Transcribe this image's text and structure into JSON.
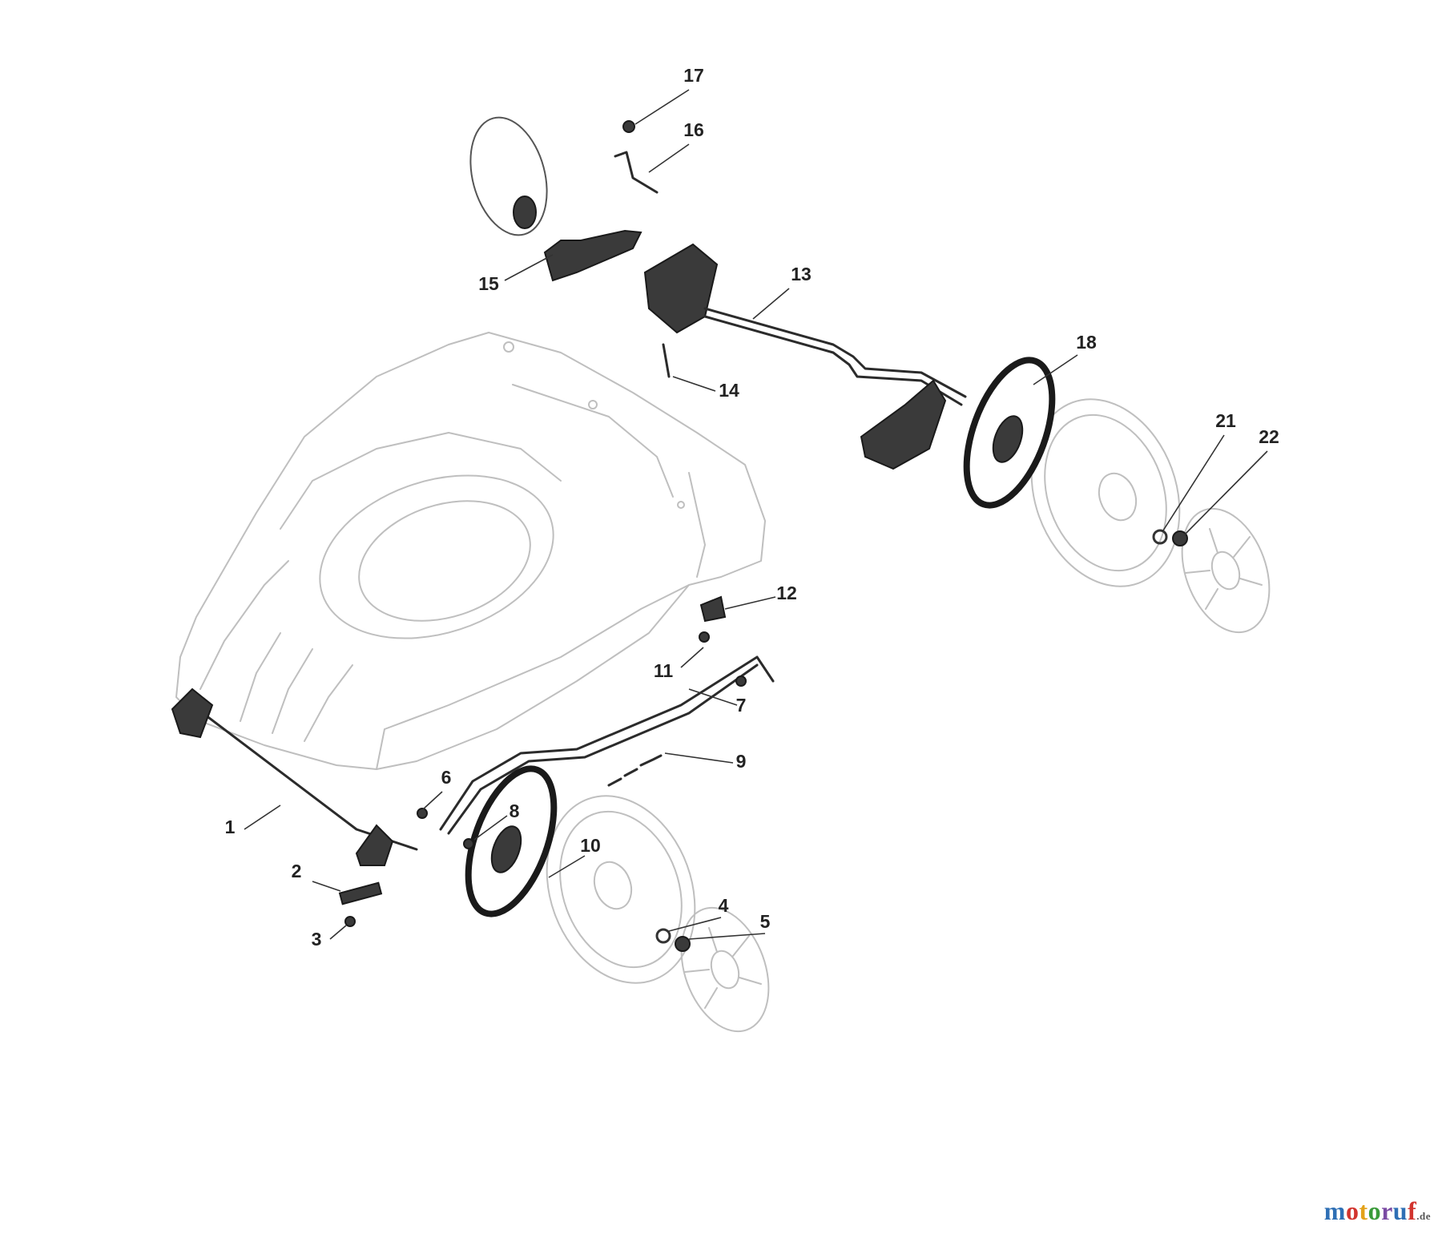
{
  "diagram": {
    "callouts": [
      {
        "id": "1",
        "label": "1"
      },
      {
        "id": "2",
        "label": "2"
      },
      {
        "id": "3",
        "label": "3"
      },
      {
        "id": "4",
        "label": "4"
      },
      {
        "id": "5",
        "label": "5"
      },
      {
        "id": "6",
        "label": "6"
      },
      {
        "id": "7",
        "label": "7"
      },
      {
        "id": "8",
        "label": "8"
      },
      {
        "id": "9",
        "label": "9"
      },
      {
        "id": "10",
        "label": "10"
      },
      {
        "id": "11",
        "label": "11"
      },
      {
        "id": "12",
        "label": "12"
      },
      {
        "id": "13",
        "label": "13"
      },
      {
        "id": "14",
        "label": "14"
      },
      {
        "id": "15",
        "label": "15"
      },
      {
        "id": "16",
        "label": "16"
      },
      {
        "id": "17",
        "label": "17"
      },
      {
        "id": "18",
        "label": "18"
      },
      {
        "id": "21",
        "label": "21"
      },
      {
        "id": "22",
        "label": "22"
      }
    ]
  },
  "watermark": {
    "letters": [
      "m",
      "o",
      "t",
      "o",
      "r",
      "u",
      "f"
    ],
    "letter_colors": [
      "#2e6fb5",
      "#d2342e",
      "#e3a21a",
      "#3a9b3a",
      "#7a4aa3",
      "#2e6fb5",
      "#d2342e"
    ],
    "tld": ".de"
  }
}
